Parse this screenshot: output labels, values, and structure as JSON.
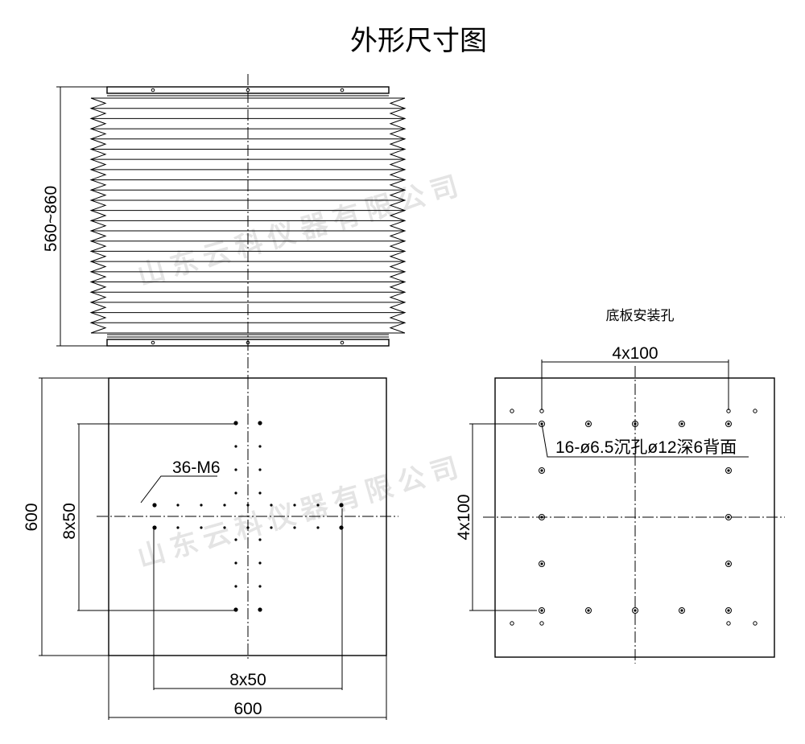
{
  "title": "外形尺寸图",
  "watermark": "山东云科仪器有限公司",
  "elevation": {
    "height_dim": "560~860"
  },
  "top_plate": {
    "outer_width_dim": "600",
    "outer_height_dim": "600",
    "vertical_pitch_dim": "8x50",
    "horizontal_pitch_dim": "8x50",
    "hole_callout": "36-M6"
  },
  "bottom_plate": {
    "caption": "底板安装孔",
    "top_dim": "4x100",
    "side_dim": "4x100",
    "hole_callout": "16-ø6.5沉孔ø12深6背面"
  }
}
